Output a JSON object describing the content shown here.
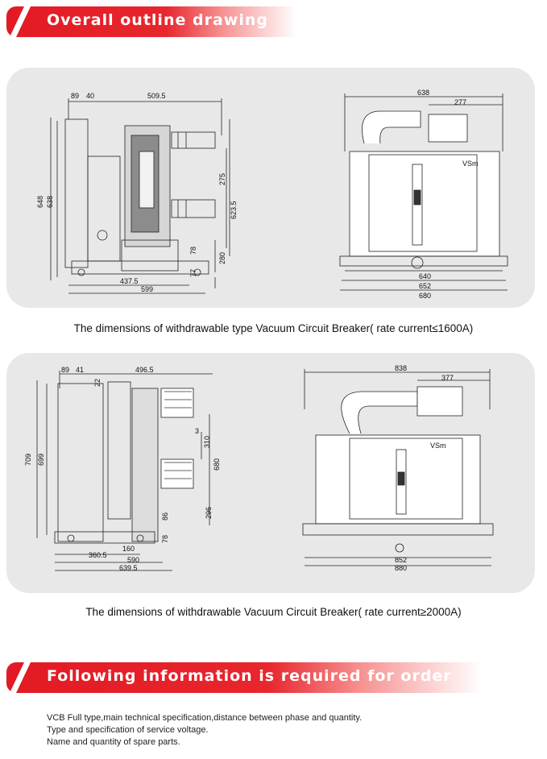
{
  "header1": {
    "title": "Overall outline drawing"
  },
  "header2": {
    "title": "Following information is required for order"
  },
  "drawing1": {
    "caption": "The dimensions of withdrawable type Vacuum Circuit Breaker( rate current≤1600A)",
    "side": {
      "d89": "89",
      "d40": "40",
      "d509": "509.5",
      "d648": "648",
      "d638": "638",
      "d275": "275",
      "d623": "623.5",
      "d280": "280",
      "d78": "78",
      "d77": "77",
      "d437": "437.5",
      "d599": "599"
    },
    "front": {
      "d638": "638",
      "d277": "277",
      "d640": "640",
      "d652": "652",
      "d680": "680",
      "brand": "VSm"
    }
  },
  "drawing2": {
    "caption": "The dimensions of withdrawable Vacuum Circuit Breaker( rate current≥2000A)",
    "side": {
      "d89": "89",
      "d41": "41",
      "d496": "496.5",
      "d22": "22",
      "d709": "709",
      "d699": "699",
      "d3": "3",
      "d310": "310",
      "d680": "680",
      "d296": "296",
      "d86": "86",
      "d78": "78",
      "d160": "160",
      "d360": "360.5",
      "d590": "590",
      "d639": "639.5"
    },
    "front": {
      "d838": "838",
      "d377": "377",
      "d852": "852",
      "d880": "880",
      "brand": "VSm"
    }
  },
  "info": {
    "lines": [
      "VCB Full type,main technical specification,distance between phase and quantity.",
      "Type and specification of service voltage.",
      "Name and quantity of spare parts."
    ]
  }
}
